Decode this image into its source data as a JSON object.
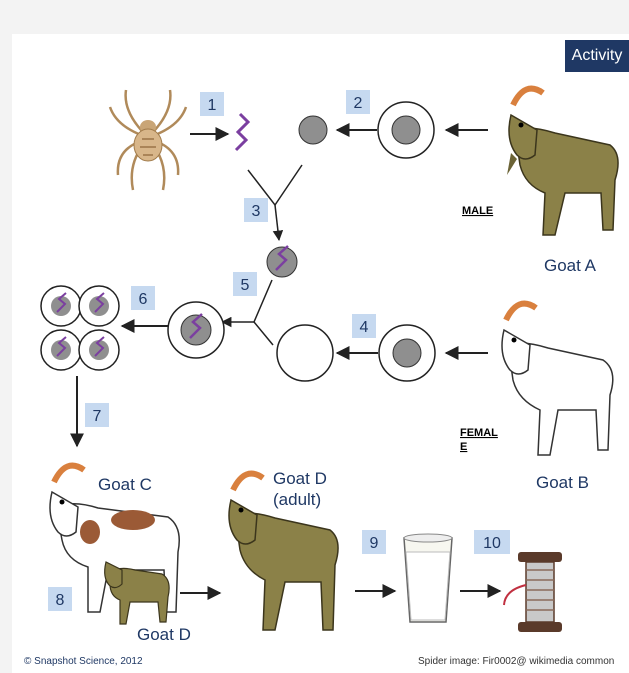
{
  "badge": "Activity",
  "steps": [
    "1",
    "2",
    "3",
    "4",
    "5",
    "6",
    "7",
    "8",
    "9",
    "10"
  ],
  "goats": {
    "a": "Goat A",
    "b": "Goat B",
    "c": "Goat C",
    "d_adult_1": "Goat D",
    "d_adult_2": "(adult)",
    "d_kid": "Goat D"
  },
  "sex": {
    "male": "MALE",
    "female_1": "FEMAL",
    "female_2": "E"
  },
  "footer": {
    "copyright": "© Snapshot Science, 2012",
    "credit": "Spider image: Fir0002@ wikimedia common"
  },
  "colors": {
    "step_box": "#c6d9f0",
    "label_text": "#1f3864",
    "goat_brown": "#8b8148",
    "nucleus_gray": "#8f8f8f",
    "gene_purple": "#7b3fa0"
  }
}
